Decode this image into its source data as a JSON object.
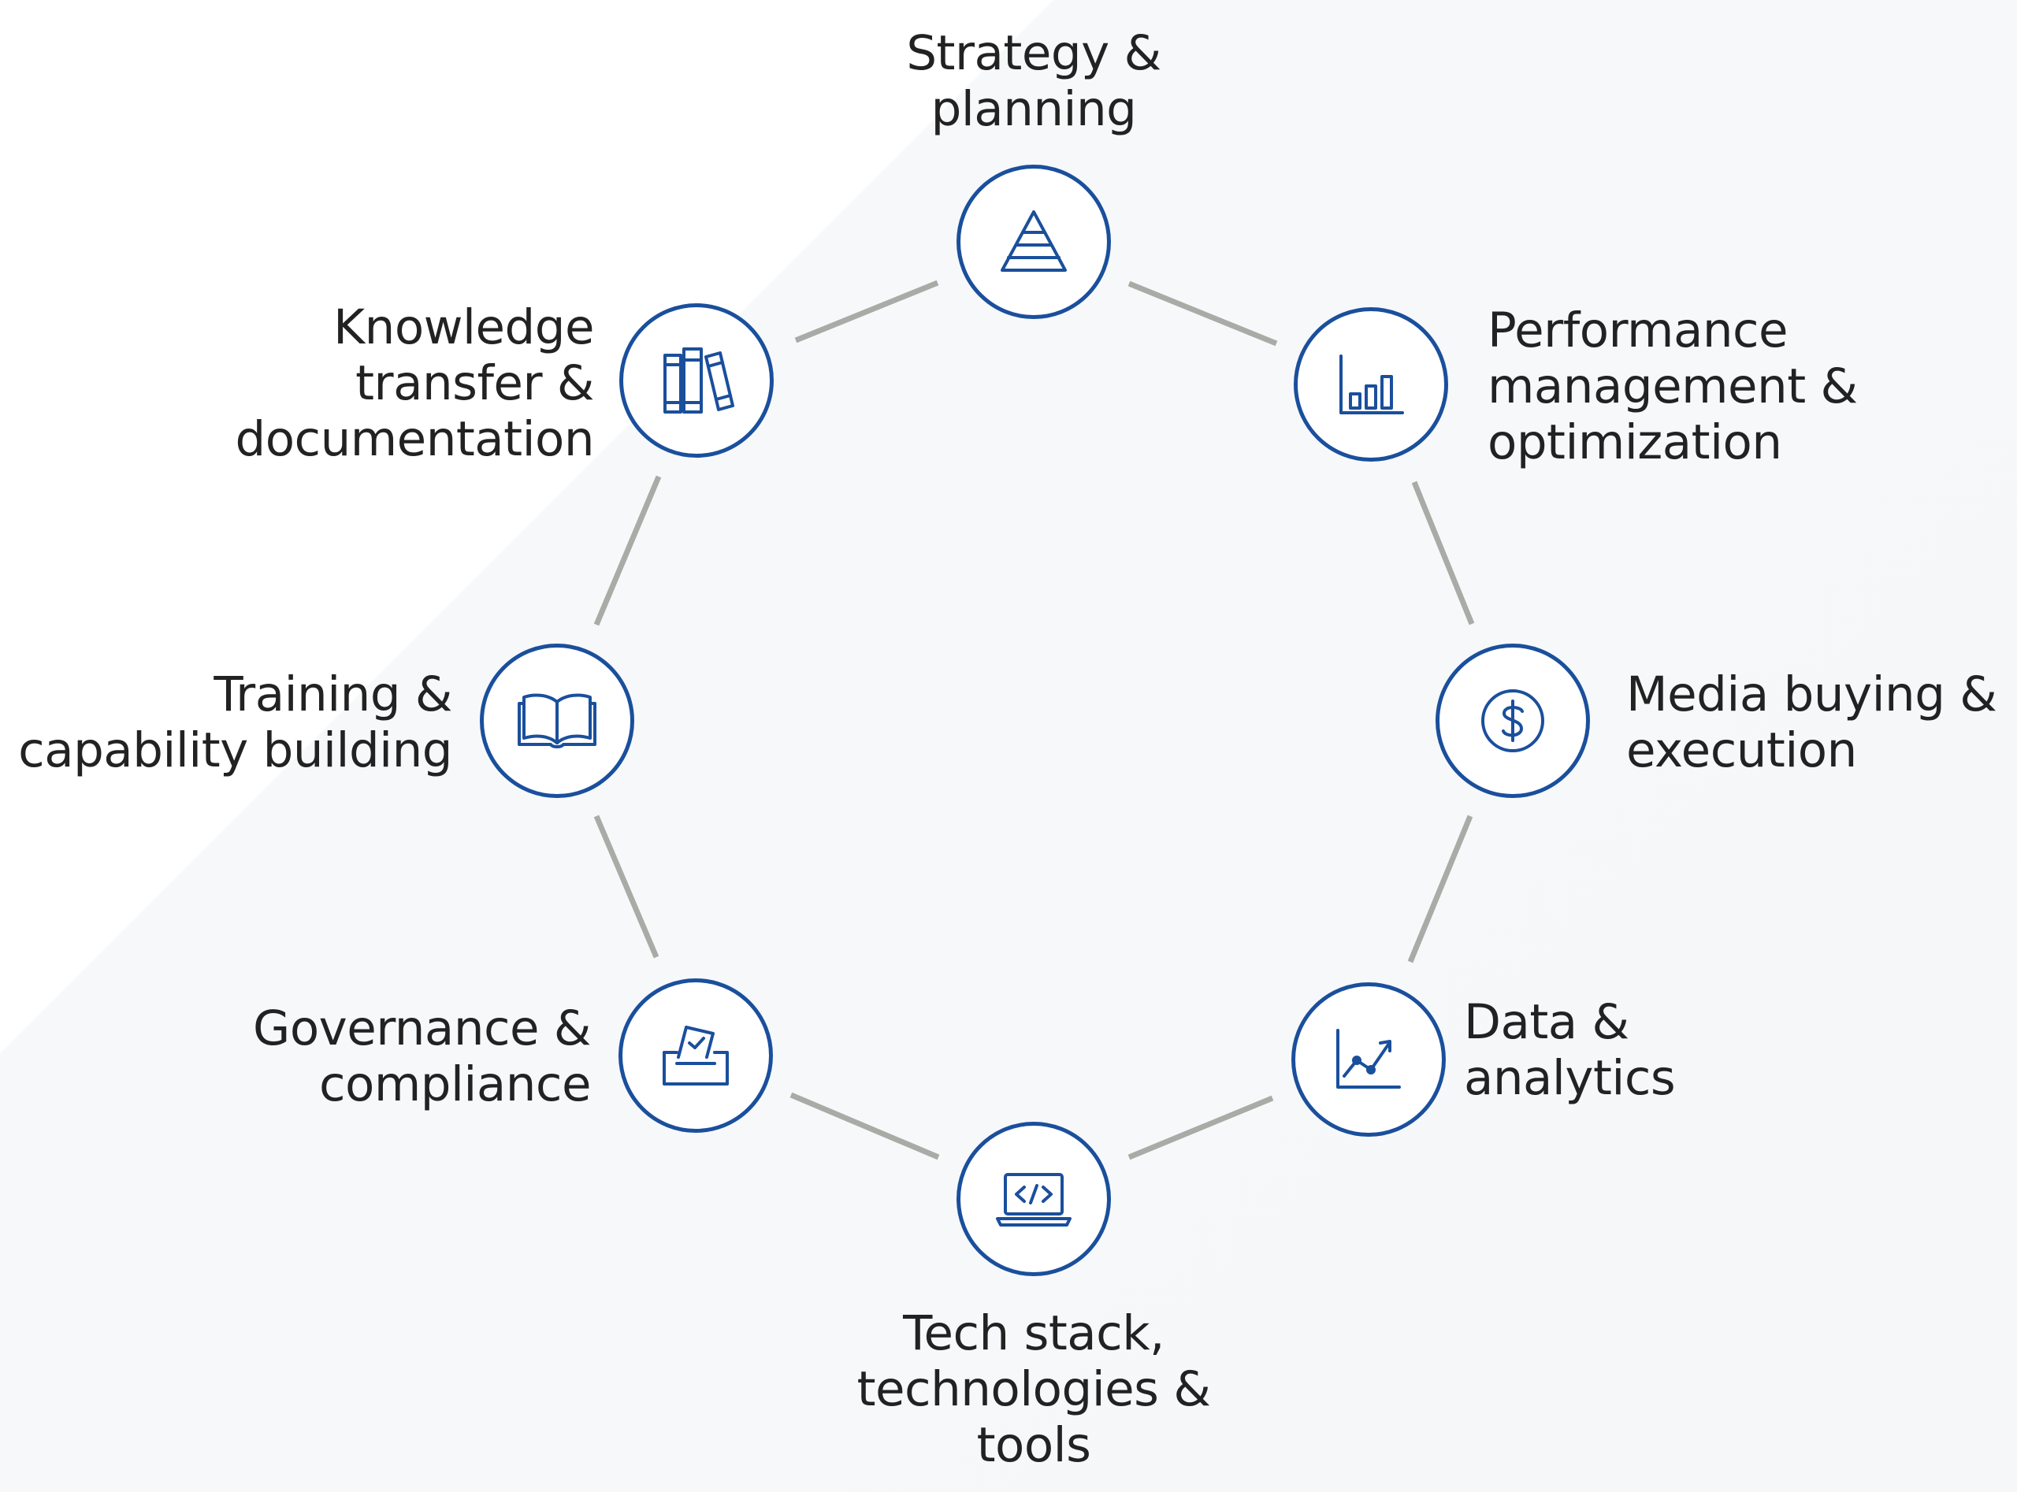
{
  "diagram": {
    "nodes": [
      {
        "id": "strategy",
        "label": "Strategy &\nplanning",
        "icon": "pyramid-icon"
      },
      {
        "id": "performance",
        "label": "Performance\nmanagement &\noptimization",
        "icon": "bar-chart-icon"
      },
      {
        "id": "media",
        "label": "Media buying &\nexecution",
        "icon": "dollar-icon"
      },
      {
        "id": "data",
        "label": "Data &\nanalytics",
        "icon": "line-chart-icon"
      },
      {
        "id": "tech",
        "label": "Tech stack,\ntechnologies &\ntools",
        "icon": "laptop-code-icon"
      },
      {
        "id": "governance",
        "label": "Governance &\ncompliance",
        "icon": "ballot-box-icon"
      },
      {
        "id": "training",
        "label": "Training &\ncapability building",
        "icon": "open-book-icon"
      },
      {
        "id": "knowledge",
        "label": "Knowledge\ntransfer &\ndocumentation",
        "icon": "books-icon"
      }
    ],
    "colors": {
      "circle": "#1a4f9c",
      "connector": "#aaaaa6",
      "text": "#222222"
    }
  }
}
